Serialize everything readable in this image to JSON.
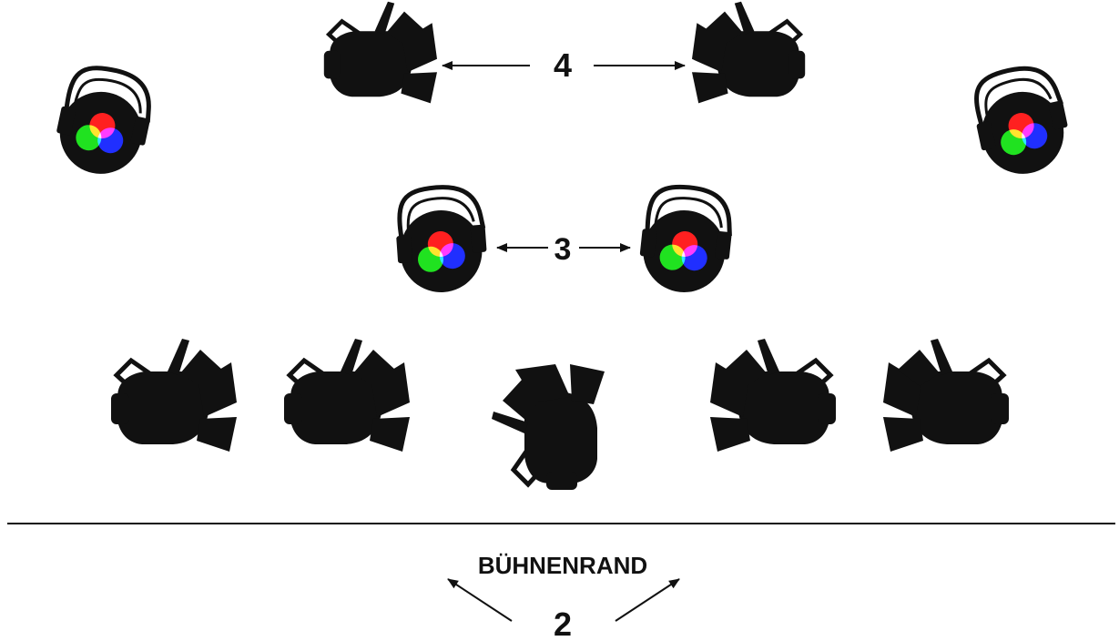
{
  "diagram": {
    "labels": {
      "stage_edge": "BÜHNENRAND",
      "row_4": "4",
      "row_3": "3",
      "row_2": "2"
    },
    "colors": {
      "ink": "#111111",
      "background": "#ffffff",
      "led_red": "#ff1010",
      "led_green": "#10e010",
      "led_blue": "#1020ff"
    },
    "fixtures": {
      "led_par_count": 4,
      "fresnel_count": 7
    }
  }
}
